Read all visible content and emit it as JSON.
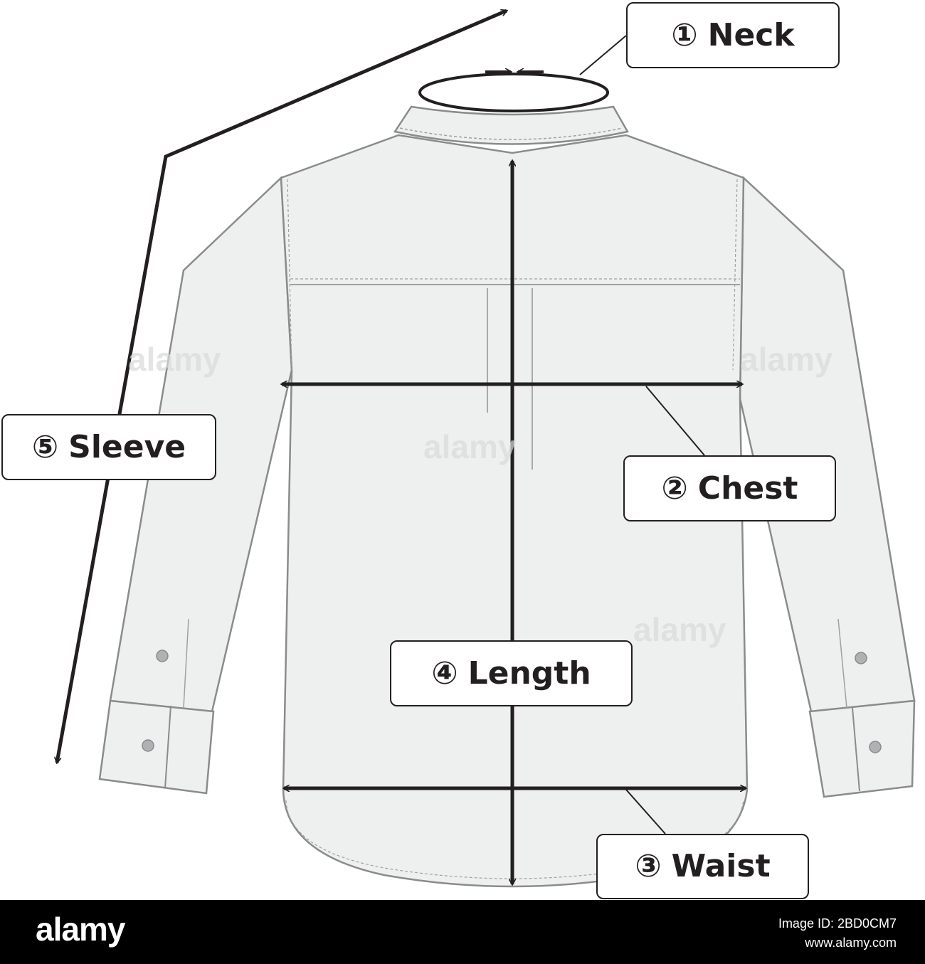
{
  "labels": {
    "neck": {
      "number": "①",
      "text": "Neck"
    },
    "chest": {
      "number": "②",
      "text": "Chest"
    },
    "waist": {
      "number": "③",
      "text": "Waist"
    },
    "length": {
      "number": "④",
      "text": "Length"
    },
    "sleeve": {
      "number": "⑤",
      "text": "Sleeve"
    }
  },
  "watermarks": [
    "alamy",
    "alamy",
    "alamy",
    "alamy"
  ],
  "footer": {
    "logo": "alamy",
    "image_id": "Image ID: 2BD0CM7",
    "site": "www.alamy.com"
  },
  "colors": {
    "shirt_fill": "#eef0f0",
    "shirt_outline": "#8a8b8c",
    "stitch": "#9fa0a1",
    "measure_line": "#231f20",
    "footer_bg": "#000000"
  }
}
